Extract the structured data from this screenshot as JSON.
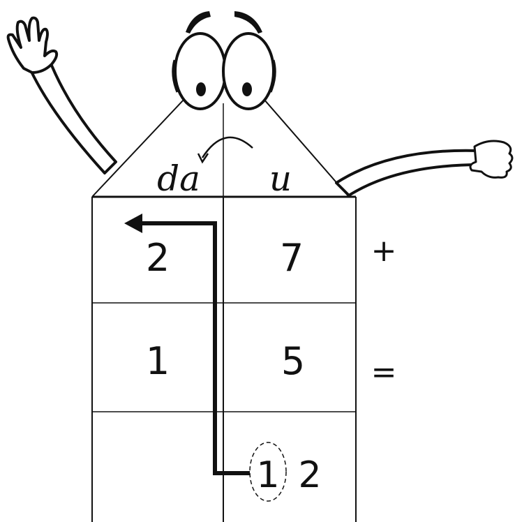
{
  "headers": {
    "tens": "da",
    "units": "u"
  },
  "rows": [
    {
      "tens": "2",
      "units": "7",
      "operator": "+"
    },
    {
      "tens": "1",
      "units": "5",
      "operator": "="
    }
  ],
  "result": {
    "carry_digit": "1",
    "units_digit": "2"
  },
  "colors": {
    "ink": "#111111",
    "paper": "#ffffff"
  }
}
